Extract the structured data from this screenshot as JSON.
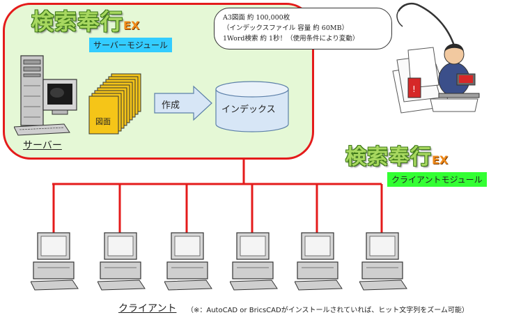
{
  "server_module": {
    "logo": "検索奉行",
    "logo_suffix": "EX",
    "label": "サーバーモジュール",
    "label_bg": "#33ccff"
  },
  "client_module": {
    "logo": "検索奉行",
    "logo_suffix": "EX",
    "label": "クライアントモジュール",
    "label_bg": "#33ff33"
  },
  "callout": {
    "line1": "A3図面 約 100,000枚",
    "line2": "（インデックスファイル 容量 約 60MB）",
    "line3": "1Word検索 約 1秒！（使用条件により変動）"
  },
  "drawings_label": "図面",
  "arrow_label": "作成",
  "index_label": "インデックス",
  "server_label": "サーバー",
  "client_label": "クライアント",
  "client_note": "（※：AutoCAD or BricsCADがインストールされていれば、ヒット文字列をズーム可能）",
  "colors": {
    "network_line": "#e41b1b",
    "box_fill": "#e5f8d6",
    "arrow_fill": "#d7e6f6"
  },
  "icons": {
    "server": "server-computer-icon",
    "client": "client-computer-icon",
    "drawings": "drawing-stack-icon",
    "arrow": "right-arrow-icon",
    "database": "database-cylinder-icon",
    "worker": "worker-with-whip-illustration"
  }
}
